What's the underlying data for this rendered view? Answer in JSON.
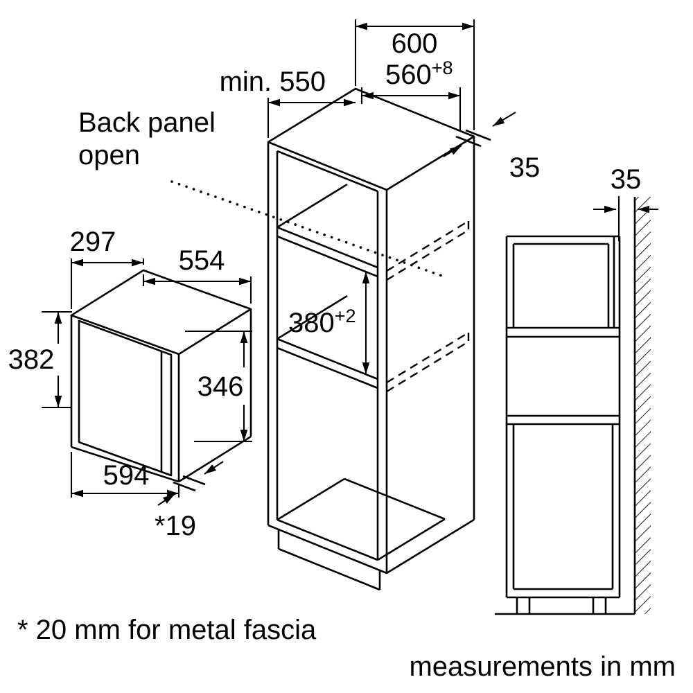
{
  "colors": {
    "line": "#000000",
    "background": "#ffffff"
  },
  "annotations": {
    "back_panel_line1": "Back panel",
    "back_panel_line2": "open",
    "fascia_note": "* 20 mm for metal fascia",
    "units_note": "measurements in mm"
  },
  "cabinet": {
    "width": "600",
    "depth_min": "min. 550",
    "niche_width": "560",
    "niche_width_tolerance": "+8",
    "niche_height": "380",
    "niche_height_tolerance": "+2",
    "back_panel_gap": "35"
  },
  "wall": {
    "gap": "35"
  },
  "appliance": {
    "depth": "297",
    "body_width": "554",
    "height": "382",
    "front_height": "346",
    "width": "594",
    "door_protrusion": "*19"
  }
}
